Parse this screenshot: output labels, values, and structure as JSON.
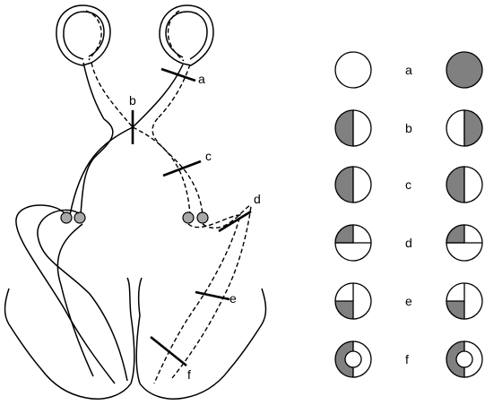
{
  "lesion_labels": {
    "a": "a",
    "b": "b",
    "c": "c",
    "d": "d",
    "e": "e",
    "f": "f"
  },
  "field_labels": [
    "a",
    "b",
    "c",
    "d",
    "e",
    "f"
  ],
  "colors": {
    "line": "#000000",
    "shade": "#808080",
    "nucleus": "#a8a8a8",
    "background": "#ffffff"
  }
}
